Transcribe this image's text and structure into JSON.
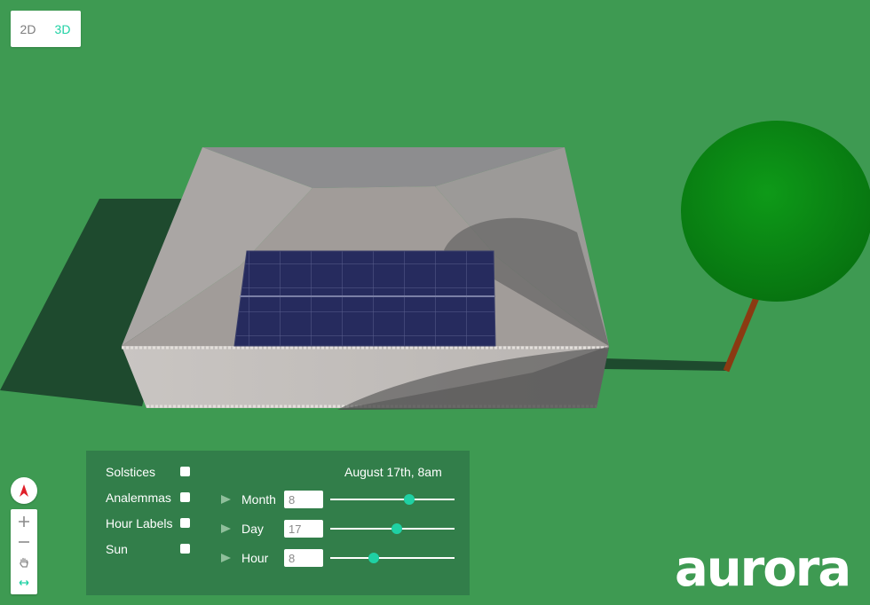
{
  "view_toggle": {
    "options": [
      "2D",
      "3D"
    ],
    "active": "3D"
  },
  "sun_panel": {
    "date_label": "August 17th, 8am",
    "toggles": [
      {
        "label": "Solstices",
        "checked": false
      },
      {
        "label": "Analemmas",
        "checked": false
      },
      {
        "label": "Hour Labels",
        "checked": false
      },
      {
        "label": "Sun",
        "checked": false
      }
    ],
    "sliders": {
      "month": {
        "label": "Month",
        "value": "8",
        "min": 1,
        "max": 12
      },
      "day": {
        "label": "Day",
        "value": "17",
        "min": 1,
        "max": 31
      },
      "hour": {
        "label": "Hour",
        "value": "8",
        "min": 0,
        "max": 23
      }
    }
  },
  "map_controls": {
    "compass_icon": "compass-north-icon",
    "zoom_in_icon": "plus-icon",
    "zoom_out_icon": "minus-icon",
    "pan_icon": "hand-icon",
    "orbit_icon": "orbit-arrows-icon"
  },
  "brand": {
    "logo_text": "aurora"
  },
  "colors": {
    "ground": "#3e9a52",
    "panel": "#327e4a",
    "accent": "#1fd1a4",
    "tree": "#0a8a14",
    "trunk": "#8b3a12"
  }
}
